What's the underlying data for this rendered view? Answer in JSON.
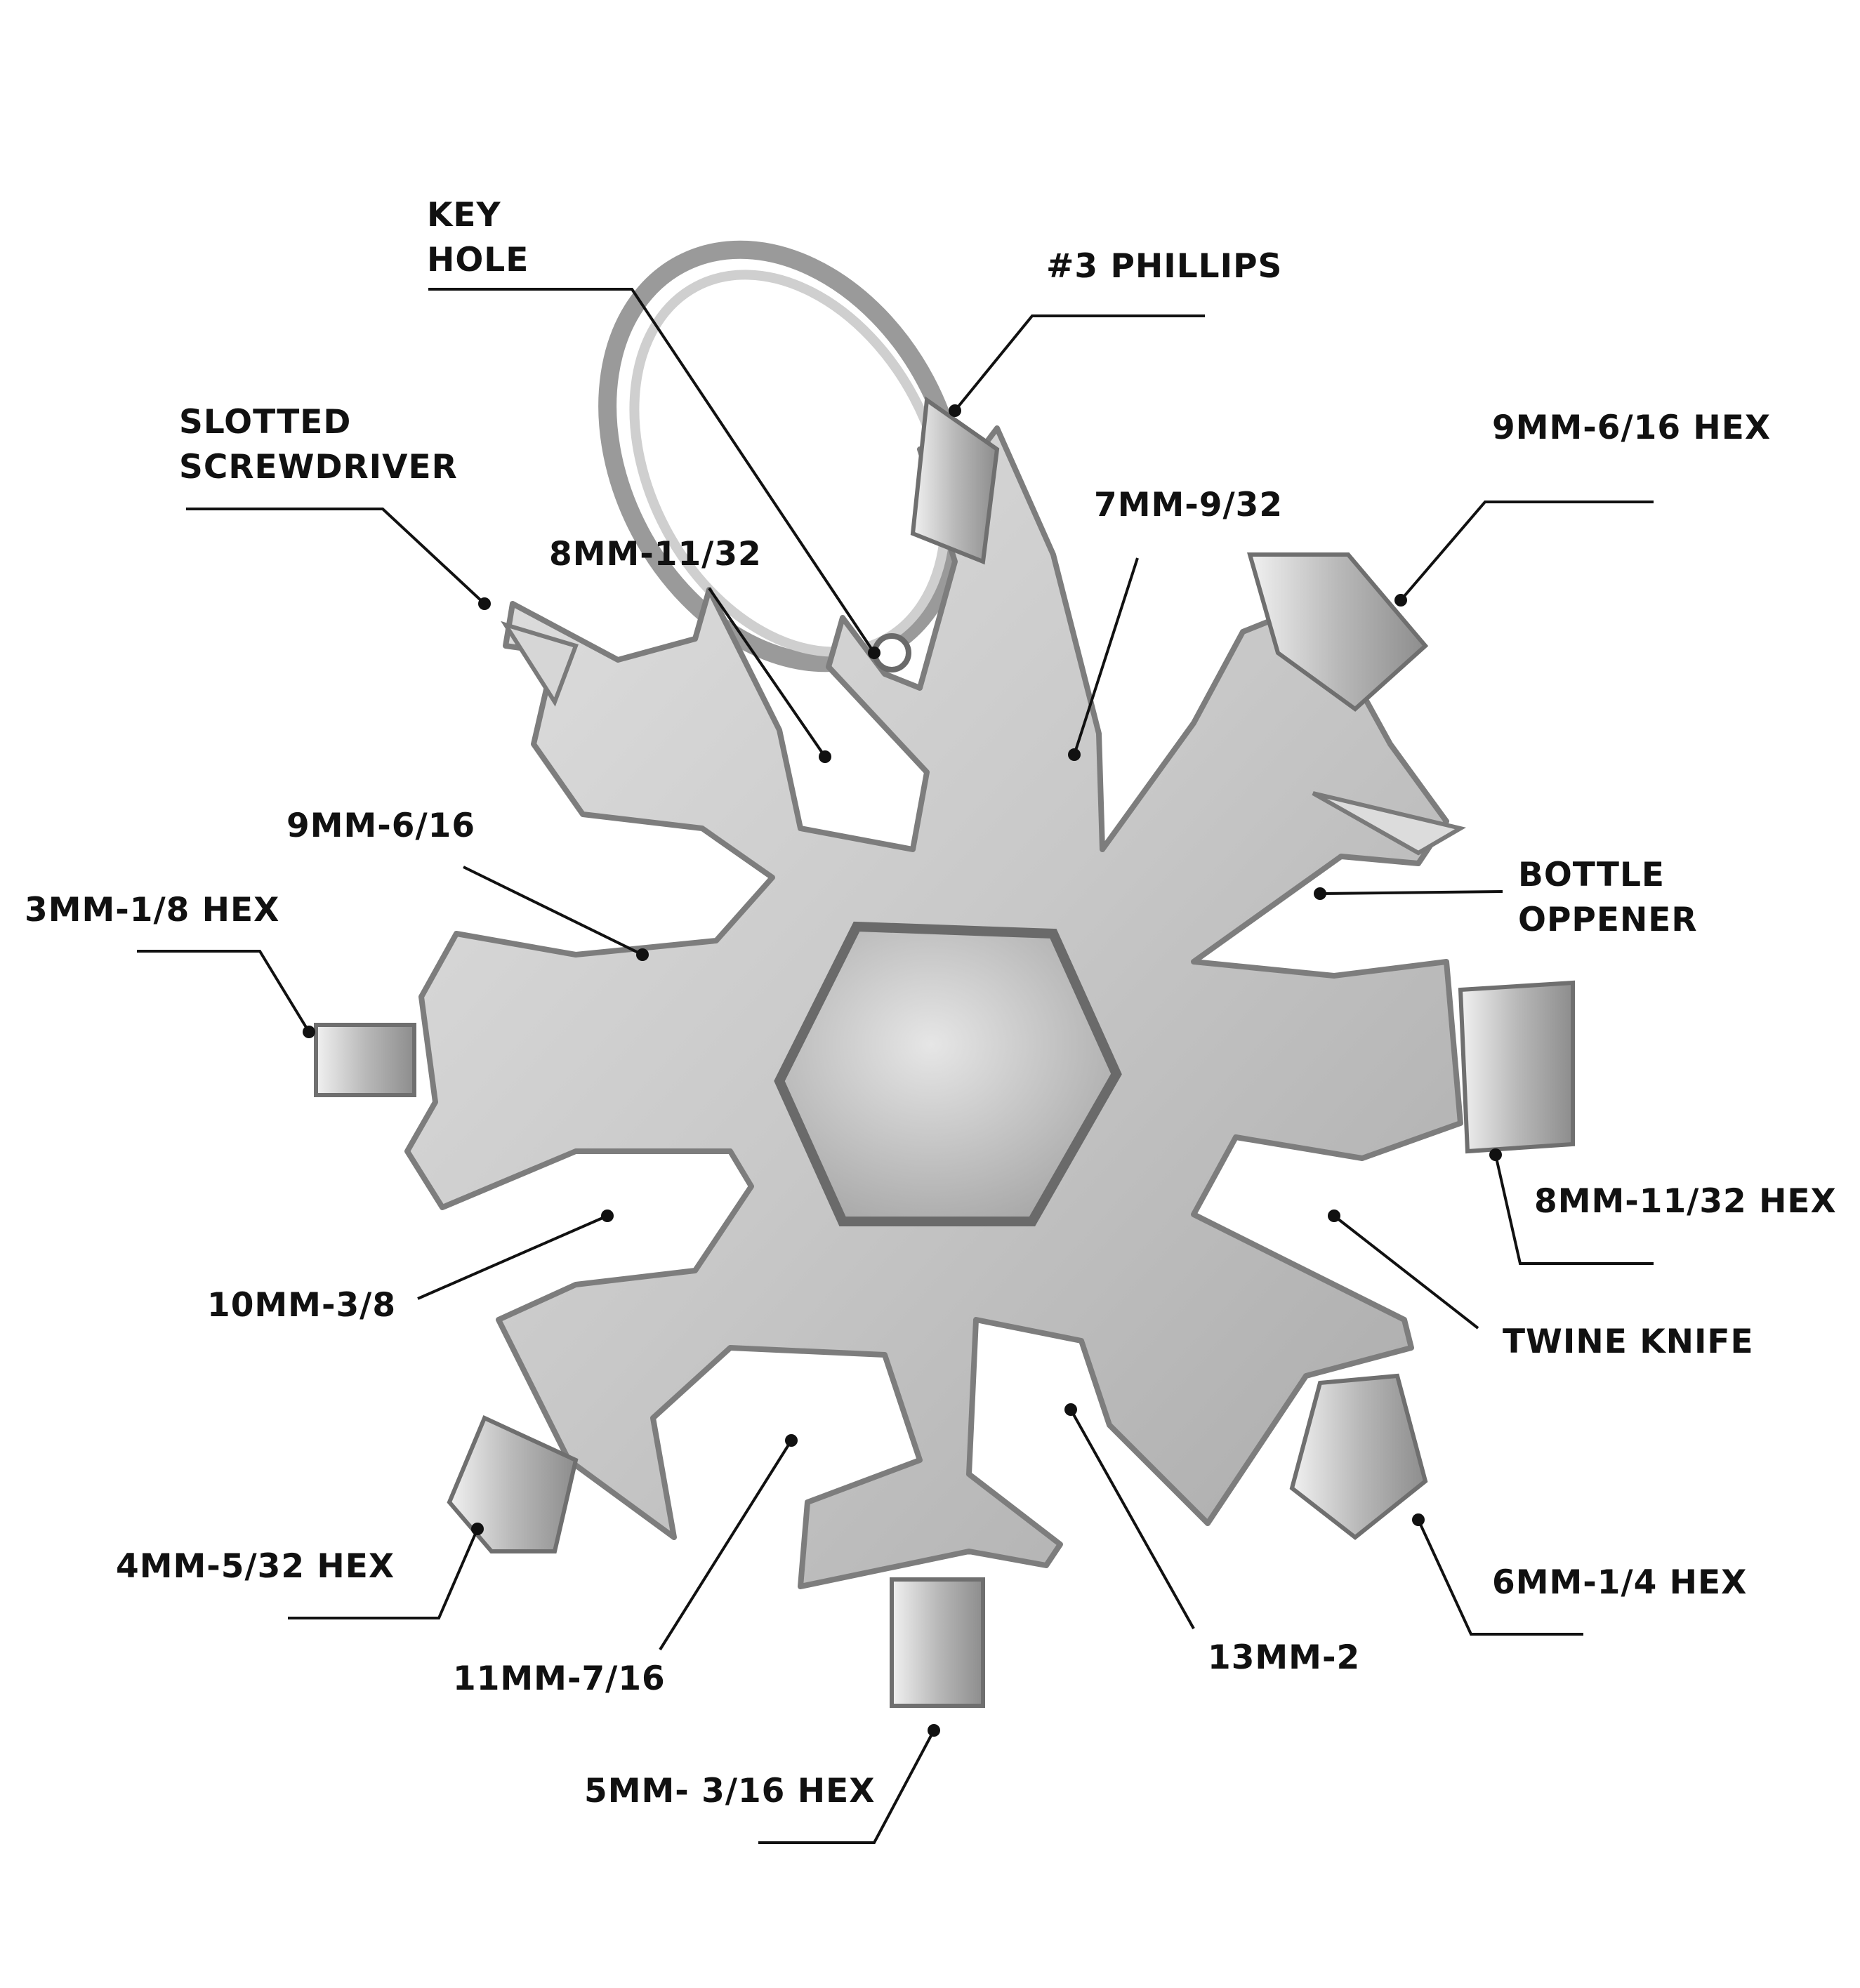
{
  "colors": {
    "background": "#ffffff",
    "text": "#111111",
    "leader": "#111111",
    "metal": "#c9c9c9",
    "metal_dark": "#8e8e8e",
    "metal_light": "#e4e4e4"
  },
  "icons": [
    "snowflake-multitool-icon",
    "key-ring-icon",
    "hex-socket-icon"
  ],
  "labels": {
    "key_hole": [
      "KEY",
      "HOLE"
    ],
    "phillips": "#3 PHILLIPS",
    "slotted": [
      "SLOTTED",
      "SCREWDRIVER"
    ],
    "hex_9mm": "9MM-6/16 HEX",
    "wrench_8mm": "8MM-11/32",
    "wrench_7mm": "7MM-9/32",
    "wrench_9mm": "9MM-6/16",
    "hex_3mm": "3MM-1/8 HEX",
    "bottle": [
      "BOTTLE",
      "OPPENER"
    ],
    "hex_8mm": "8MM-11/32 HEX",
    "wrench_10mm": "10MM-3/8",
    "twine": "TWINE KNIFE",
    "hex_4mm": "4MM-5/32 HEX",
    "wrench_11mm": "11MM-7/16",
    "wrench_13mm": "13MM-2",
    "hex_6mm": "6MM-1/4 HEX",
    "hex_5mm": "5MM- 3/16 HEX"
  }
}
